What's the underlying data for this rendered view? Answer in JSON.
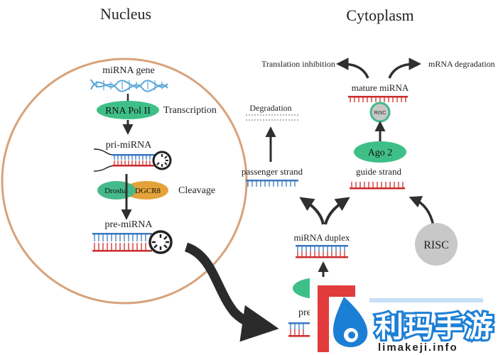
{
  "headings": {
    "nucleus": "Nucleus",
    "cytoplasm": "Cytoplasm"
  },
  "nucleus_steps": {
    "mirna_gene": "miRNA gene",
    "rna_pol": "RNA Pol II",
    "transcription": "Transcription",
    "pri_mirna": "pri-miRNA",
    "drosha": "Drosha",
    "dgcr8": "DGCR8",
    "cleavage": "Cleavage",
    "pre_mirna": "pre-miRNA"
  },
  "cytoplasm_steps": {
    "translation_inhibition": "Translation inhibition",
    "mrna_degradation": "mRNA degradation",
    "mature_mirna": "mature miRNA",
    "risc_small": "RISC",
    "degradation": "Degradation",
    "ago2": "Ago 2",
    "passenger_strand": "passenger strand",
    "guide_strand": "guide strand",
    "mirna_duplex": "miRNA duplex",
    "risc_large": "RISC",
    "pre_partial": "pre"
  },
  "watermark": {
    "brand": "利玛手游",
    "url": "limakeji.info"
  },
  "colors": {
    "nucleus_border": "#d8a27a",
    "rna_pol_fill": "#3fbf88",
    "ago_fill": "#3fbf88",
    "drosha_fill": "#46b98a",
    "dgcr8_fill": "#e3a23a",
    "strand_blue": "#3a78c0",
    "strand_red": "#cc2b2b",
    "risc_grey": "#c8c8c8",
    "dna_blue": "#5aa7d8",
    "watermark_red": "#e23b3b",
    "watermark_blue": "#1c7fd6"
  }
}
